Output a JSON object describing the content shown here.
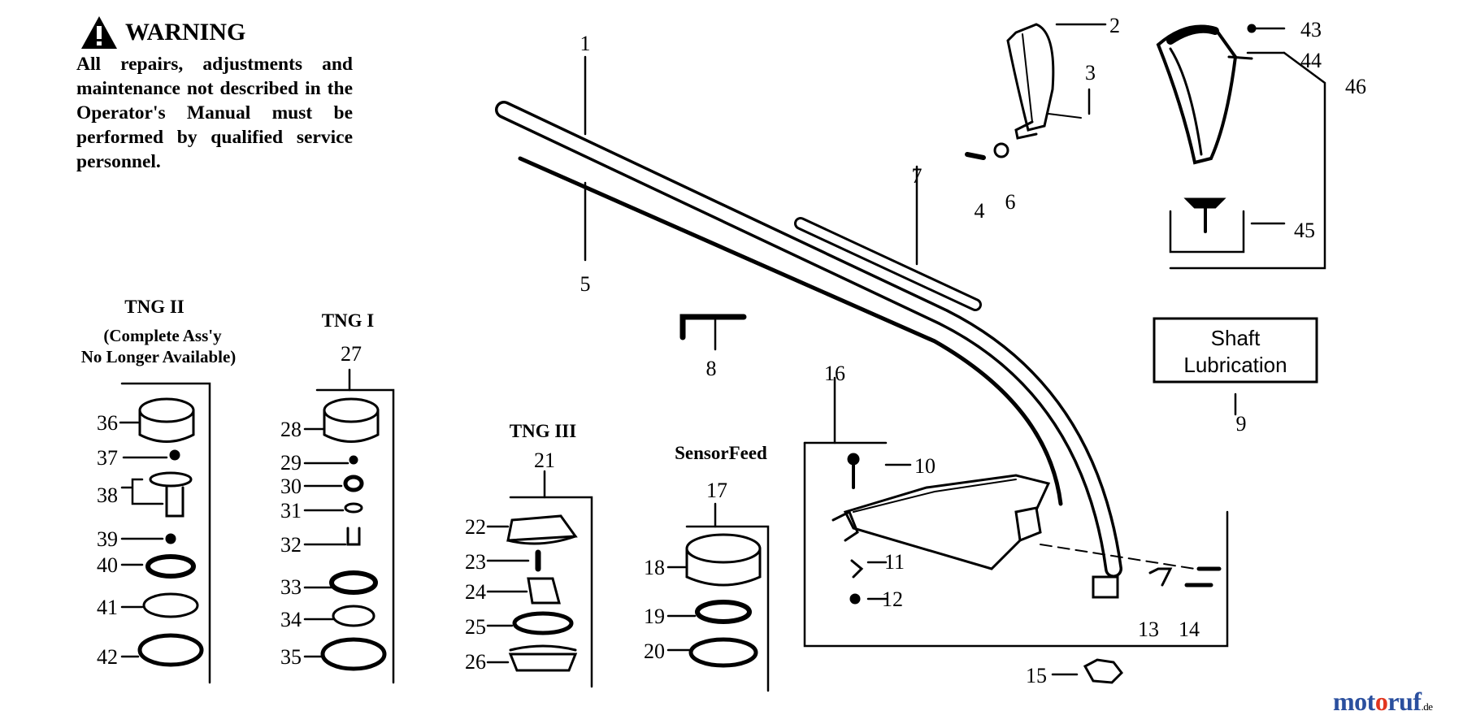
{
  "warning": {
    "heading": "WARNING",
    "text": "All repairs, adjustments and maintenance not described in the Operator's Manual must be performed by qualified service personnel."
  },
  "titles": {
    "tng2": "TNG II",
    "tng2_note_1": "(Complete Ass'y",
    "tng2_note_2": "No Longer Available)",
    "tng1": "TNG I",
    "tng3": "TNG III",
    "sensorfeed": "SensorFeed"
  },
  "lubrication_box": {
    "line1": "Shaft",
    "line2": "Lubrication"
  },
  "callouts": [
    "1",
    "2",
    "3",
    "4",
    "5",
    "6",
    "7",
    "8",
    "9",
    "10",
    "11",
    "12",
    "13",
    "14",
    "15",
    "16",
    "17",
    "18",
    "19",
    "20",
    "21",
    "22",
    "23",
    "24",
    "25",
    "26",
    "27",
    "28",
    "29",
    "30",
    "31",
    "32",
    "33",
    "34",
    "35",
    "36",
    "37",
    "38",
    "39",
    "40",
    "41",
    "42",
    "43",
    "44",
    "45",
    "46"
  ],
  "watermark": {
    "parts": [
      {
        "text": "mot",
        "color": "#2a4f9e"
      },
      {
        "text": "o",
        "color": "#e2361f"
      },
      {
        "text": "ruf",
        "color": "#2a4f9e"
      }
    ],
    "tld": ".de"
  }
}
